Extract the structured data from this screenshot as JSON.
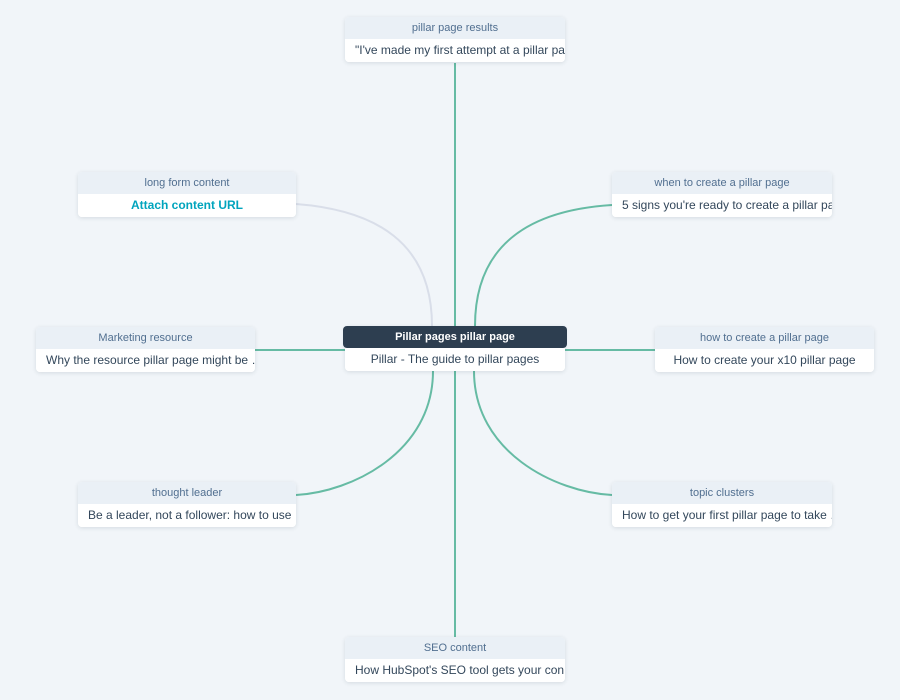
{
  "canvas": {
    "background_color": "#f1f5f9",
    "connector_teal": "#66bba4",
    "connector_gray": "#d9dee9",
    "node_header_bg": "#eaf0f6",
    "node_header_text_color": "#516f90",
    "node_body_text_color": "#33475b",
    "link_color": "#00a4bd"
  },
  "center_node": {
    "title": "Pillar pages pillar page",
    "content": "Pillar - The guide to pillar pages",
    "header_bg": "#2d3e50",
    "header_text_color": "#ffffff"
  },
  "nodes": [
    {
      "id": "pillar-page-results",
      "title": "pillar page results",
      "content": "\"I've made my first attempt at a pillar pa…"
    },
    {
      "id": "long-form-content",
      "title": "long form content",
      "content": "Attach content URL",
      "is_link": true
    },
    {
      "id": "when-to-create-a-pillar-page",
      "title": "when to create a pillar page",
      "content": "5 signs you're ready to create a pillar pa…"
    },
    {
      "id": "marketing-resource",
      "title": "Marketing resource",
      "content": "Why the resource pillar page might be …"
    },
    {
      "id": "how-to-create-a-pillar-page",
      "title": "how to create a pillar page",
      "content": "How to create your x10 pillar page"
    },
    {
      "id": "thought-leader",
      "title": "thought leader",
      "content": "Be a leader, not a follower: how to use …"
    },
    {
      "id": "topic-clusters",
      "title": "topic clusters",
      "content": "How to get your first pillar page to take …"
    },
    {
      "id": "seo-content",
      "title": "SEO content",
      "content": "How HubSpot's SEO tool gets your con…"
    }
  ]
}
